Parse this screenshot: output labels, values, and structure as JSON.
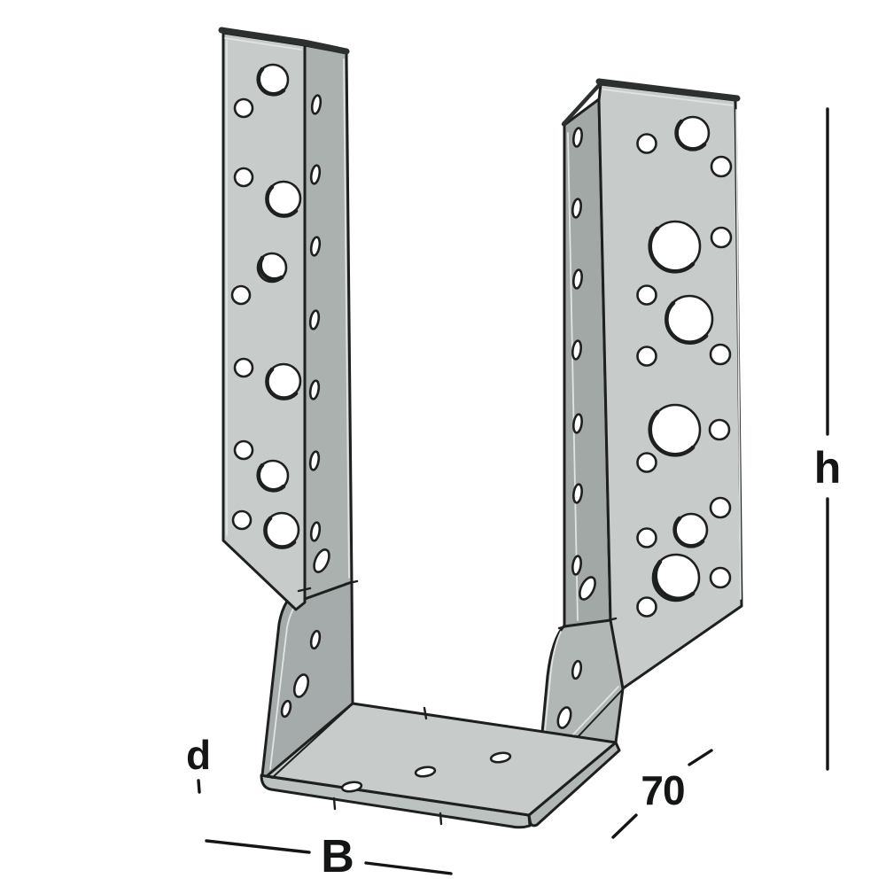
{
  "diagram": {
    "subject": "Joist hanger technical line drawing",
    "labels": {
      "height": "h",
      "width": "B",
      "depth": "70",
      "thickness": "d"
    },
    "colors": {
      "background": "#ffffff",
      "outline": "#1d201f",
      "face": "#c7cbc9",
      "flange_left": "#abb1af",
      "flange_right": "#a2a8a6",
      "wall_left": "#a5abaa",
      "wall_right": "#b1b7b5",
      "seat": "#c7cbc9",
      "seat_edge": "#bcc2c0"
    }
  }
}
